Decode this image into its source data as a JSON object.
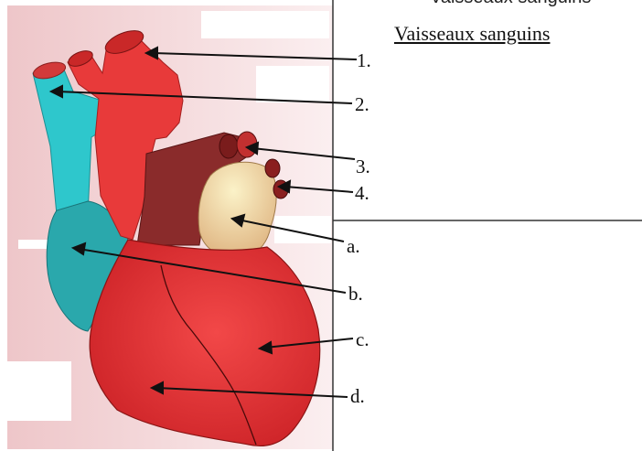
{
  "header_fragment": "Vaisseaux sanguins",
  "table": {
    "title": "Vaisseaux sanguins"
  },
  "labels": {
    "l1": "1.",
    "l2": "2.",
    "l3": "3.",
    "l4": "4.",
    "la": "a.",
    "lb": "b.",
    "lc": "c.",
    "ld": "d."
  },
  "colors": {
    "ventricle_red": "#e23434",
    "vessel_red": "#e83a3a",
    "vein_cyan": "#2ec7cc",
    "atrium_teal": "#2aa8ac",
    "dark_red": "#8a2b2b",
    "fat_yellow": "#ead9a0",
    "background_pink": "#f4d7d9"
  }
}
